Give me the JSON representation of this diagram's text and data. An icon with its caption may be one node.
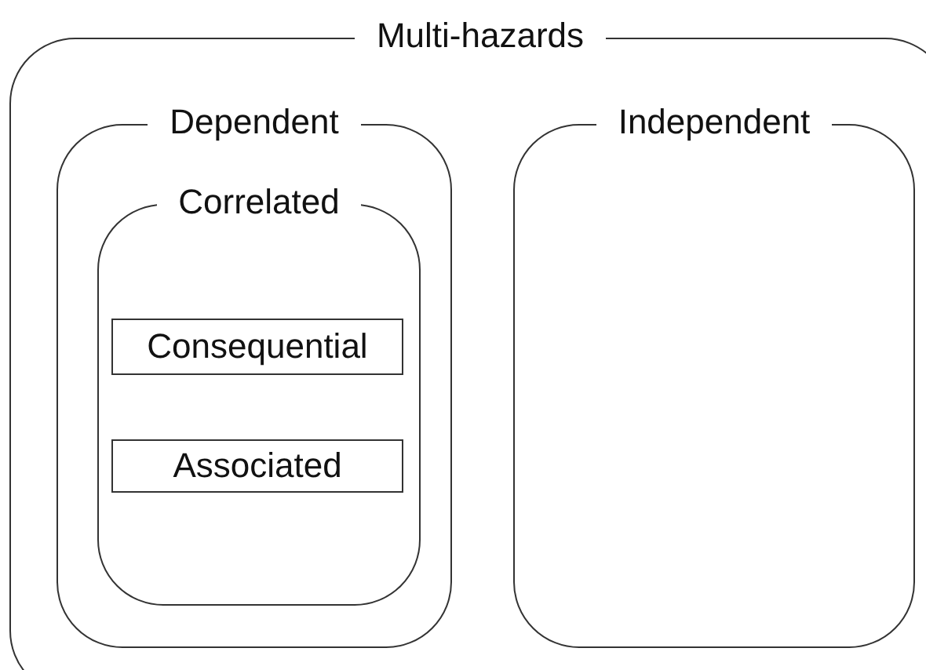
{
  "diagram": {
    "nodes": [
      {
        "text": [
          "Multi-hazards"
        ]
      },
      {
        "text": [
          "Dependent"
        ],
        "in": 0
      },
      {
        "text": [
          "Correlated"
        ],
        "in": 1
      },
      {
        "text": [
          "Consequential"
        ],
        "in": 2
      },
      {
        "text": [
          "Associated"
        ],
        "in": 2
      },
      {
        "text": [
          "Independent"
        ],
        "in": 0
      }
    ]
  }
}
